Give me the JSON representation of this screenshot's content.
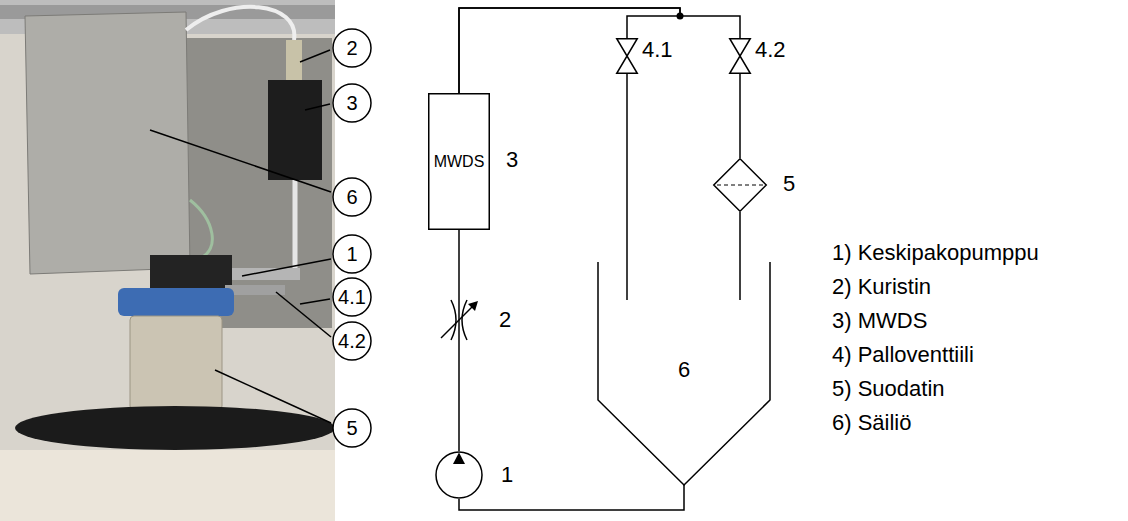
{
  "diagram": {
    "nodes": [
      {
        "text": [
          "2"
        ]
      },
      {
        "text": [
          "3"
        ]
      },
      {
        "text": [
          "6"
        ]
      },
      {
        "text": [
          "1"
        ]
      },
      {
        "text": [
          "4.1"
        ]
      },
      {
        "text": [
          "4.2"
        ]
      },
      {
        "text": [
          "5"
        ]
      },
      {
        "text": [
          "MWDS",
          "3"
        ]
      },
      {
        "text": [
          "4.1"
        ]
      },
      {
        "text": [
          "4.2"
        ]
      },
      {
        "text": [
          "5"
        ]
      },
      {
        "text": [
          "6"
        ]
      },
      {
        "text": [
          "2"
        ]
      },
      {
        "text": [
          "1"
        ]
      }
    ],
    "edges": [
      {
        "from": 13,
        "to": 12,
        "arrow": "none"
      },
      {
        "from": 12,
        "to": 7,
        "arrow": "none"
      },
      {
        "from": 7,
        "to": 8,
        "arrow": "none"
      },
      {
        "from": 7,
        "to": 9,
        "arrow": "none"
      },
      {
        "from": 8,
        "to": 11,
        "arrow": "none"
      },
      {
        "from": 9,
        "to": 10,
        "arrow": "none"
      },
      {
        "from": 10,
        "to": 11,
        "arrow": "none"
      },
      {
        "from": 11,
        "to": 13,
        "arrow": "none"
      }
    ],
    "labels": [
      "1) Keskipakopumppu",
      "2) Kuristin",
      "3) MWDS",
      "4) Palloventtiili",
      "5) Suodatin",
      "6) Säiliö"
    ]
  }
}
